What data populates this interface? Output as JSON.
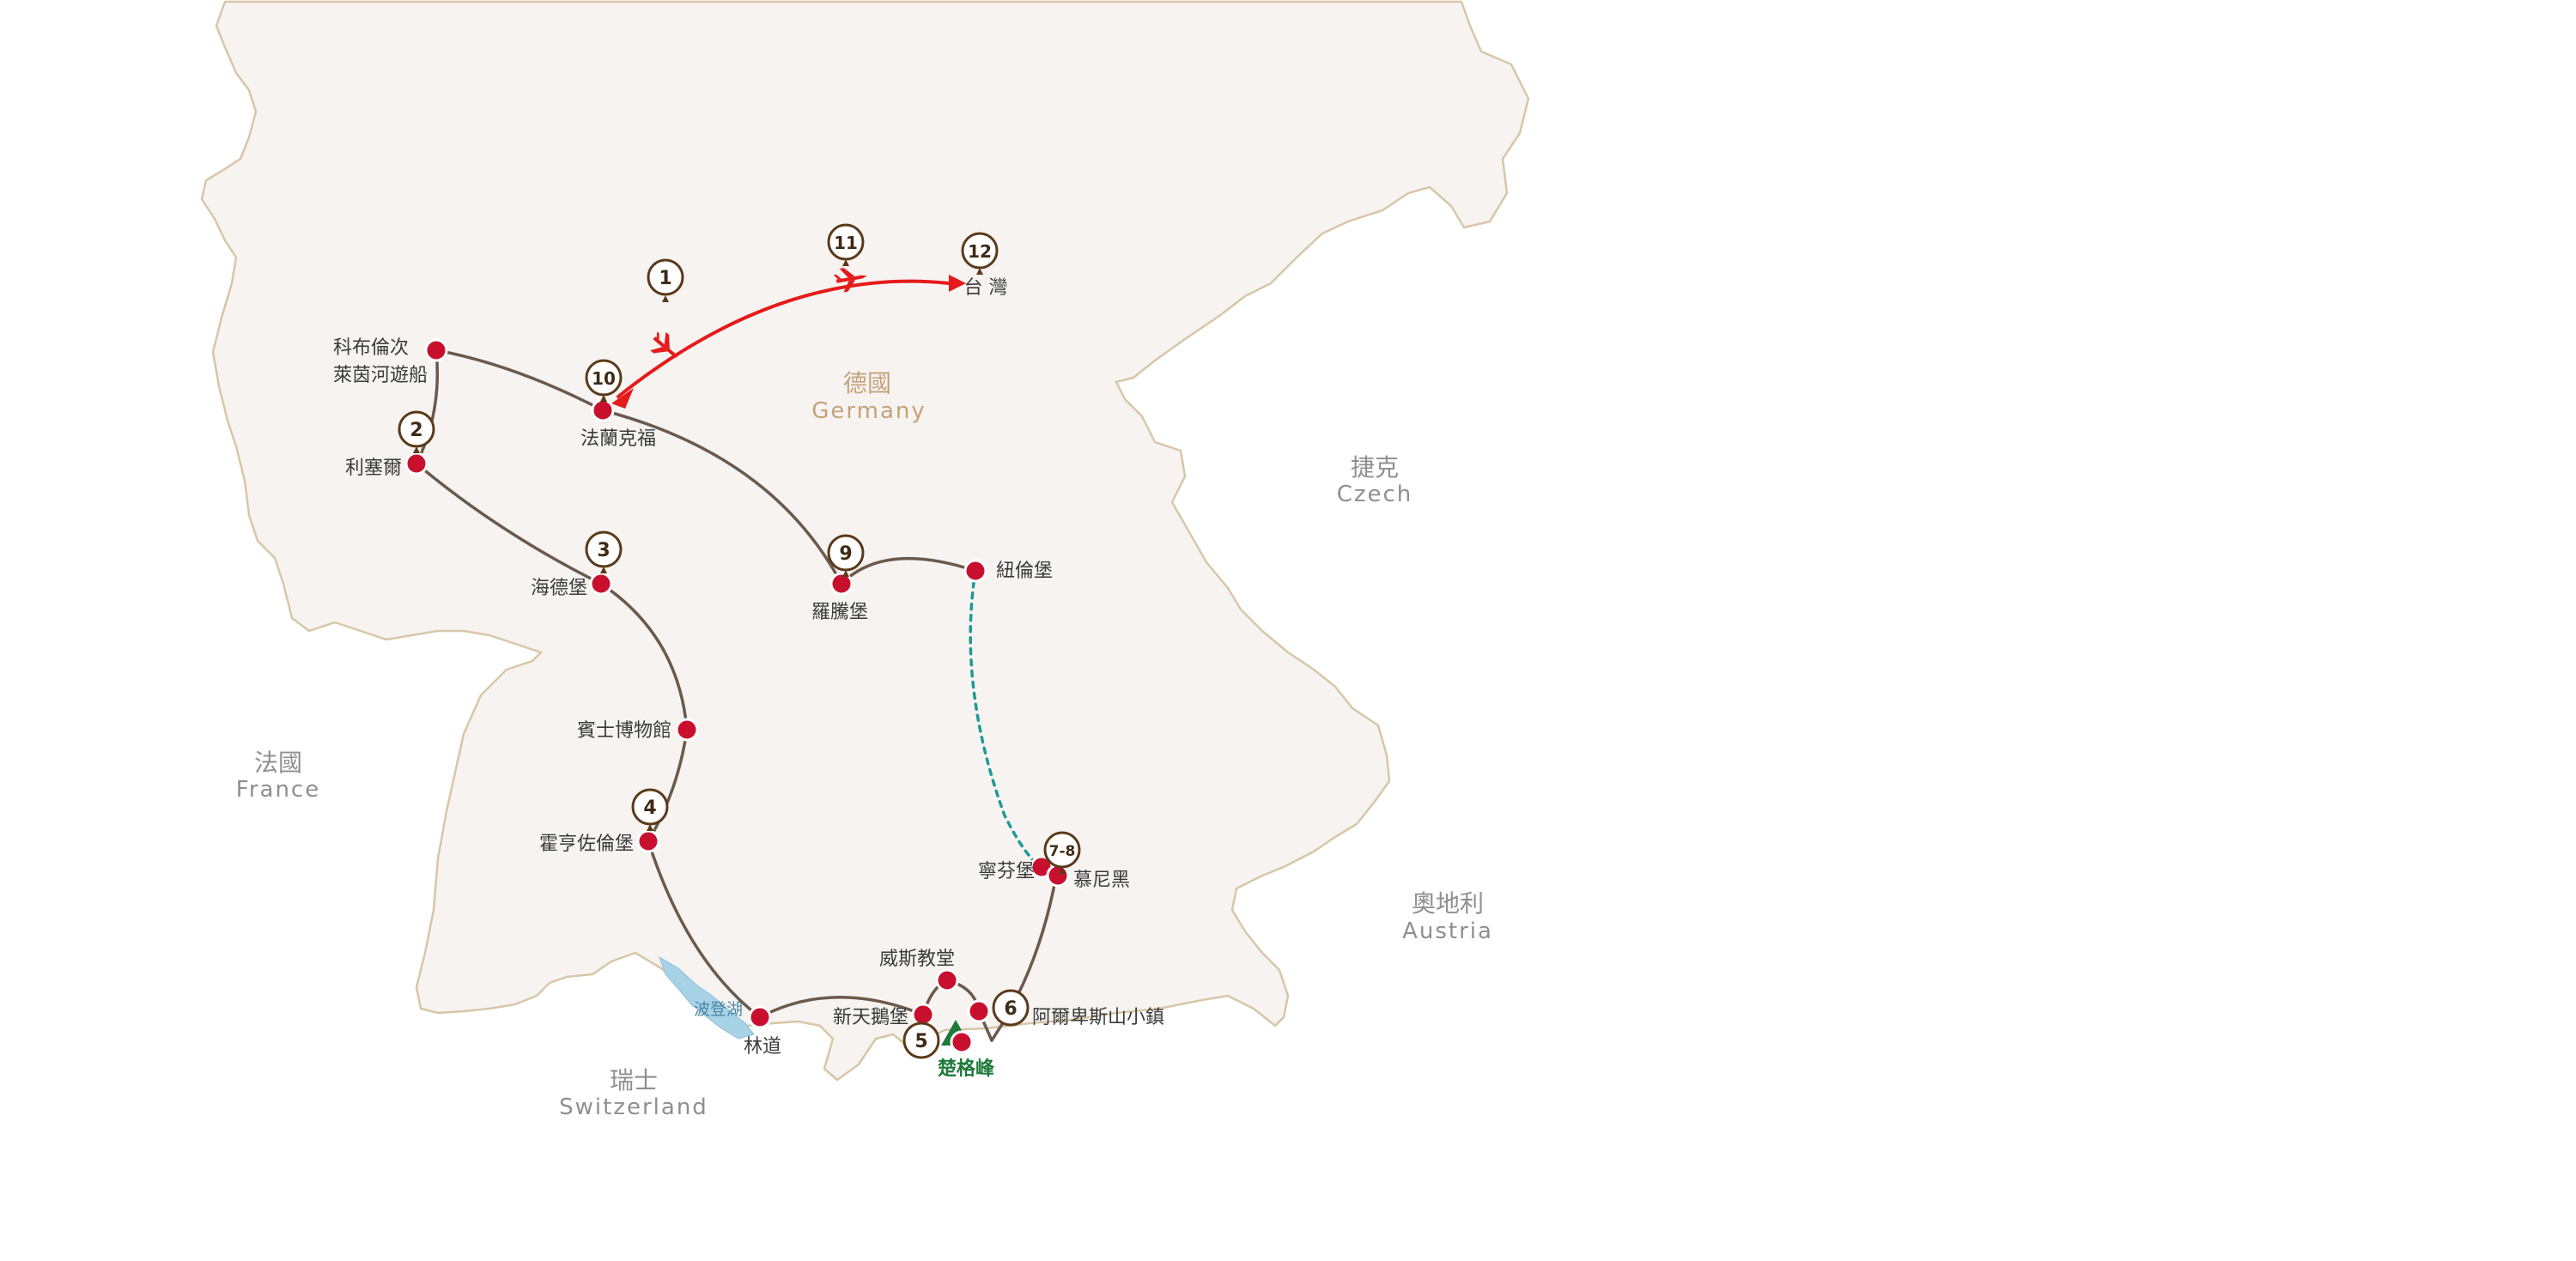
{
  "countries": {
    "germany": {
      "zh": "德國",
      "en": "Germany"
    },
    "czech": {
      "zh": "捷克",
      "en": "Czech"
    },
    "france": {
      "zh": "法國",
      "en": "France"
    },
    "austria": {
      "zh": "奧地利",
      "en": "Austria"
    },
    "switzerland": {
      "zh": "瑞士",
      "en": "Switzerland"
    }
  },
  "cities": {
    "koblenz": {
      "line1": "科布倫次",
      "line2": "萊茵河遊船"
    },
    "frankfurt": "法蘭克福",
    "rudesheim": "利塞爾",
    "heidelberg": "海德堡",
    "rothenburg": "羅騰堡",
    "nuremberg": "紐倫堡",
    "mercedes": "賓士博物館",
    "hohenzollern": "霍亨佐倫堡",
    "lindau": "林道",
    "neuschwanstein": "新天鵝堡",
    "wieskirche": "威斯教堂",
    "garmisch": "阿爾卑斯山小鎮",
    "zugspitze": "楚格峰",
    "nymphenburg": "寧芬堡",
    "munich": "慕尼黑",
    "taiwan": "台 灣",
    "lake": "波登湖"
  },
  "days": [
    "1",
    "2",
    "3",
    "4",
    "5",
    "6",
    "7-8",
    "9",
    "10",
    "11",
    "12"
  ],
  "colors": {
    "land": "#f7f3f1",
    "border": "#d8c6a8",
    "route": "#6b5a4c",
    "flight": "#e51a1a",
    "train": "#1e9a96",
    "marker": "#c8102e",
    "badge": "#5a3a1a",
    "peak": "#1f7a3a",
    "lake": "#a8d2e6"
  },
  "icons": {
    "flight": "airplane-icon",
    "peak": "mountain-icon",
    "stop": "location-marker-icon"
  }
}
